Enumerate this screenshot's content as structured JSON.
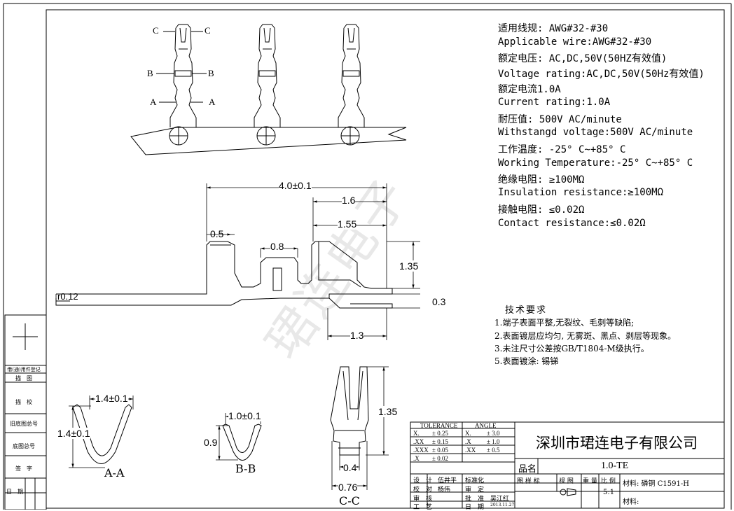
{
  "specs": [
    "适用线规: AWG#32-#30",
    "Applicable wire:AWG#32-#30",
    "额定电压: AC,DC,50V(50HZ有效值)",
    "Voltage rating:AC,DC,50V(50Hz有效值)",
    "额定电流1.0A",
    "Current rating:1.0A",
    "耐压值: 500V AC/minute",
    "Withstangd voltage:500V AC/minute",
    "工作温度: -25° C~+85° C",
    "Working Temperature:-25° C~+85° C",
    "绝缘电阻: ≥100MΩ",
    "Insulation resistance:≥100MΩ",
    "接触电阻: ≤0.02Ω",
    "Contact resistance:≤0.02Ω"
  ],
  "requirements": {
    "title": "技术要求",
    "items": [
      "1.端子表面平整,无裂纹、毛刺等缺陷;",
      "2.表面镀层应均匀, 无雾斑、黑点、剥层等现象。",
      "3.未注尺寸公差按GB/T1804-M级执行。",
      "5.表面镀涂: 锡锑"
    ]
  },
  "watermark": "珺连电子",
  "top_labels": {
    "c": "C",
    "b": "B",
    "a": "A"
  },
  "dims": {
    "len": "4.0±0.1",
    "d16": "1.6",
    "d155": "1.55",
    "d05": "0.5",
    "d08": "0.8",
    "d135": "1.35",
    "r012": "r0.12",
    "d03": "0.3",
    "d13": "1.3",
    "aa_w": "1.4±0.1",
    "aa_h": "1.4±0.1",
    "bb_w": "1.0±0.1",
    "bb_h": "0.9",
    "cc_h": "1.35",
    "cc_w": "0.4",
    "cc_w2": "0.76"
  },
  "sections": {
    "aa": "A-A",
    "bb": "B-B",
    "cc": "C-C"
  },
  "side_labels": [
    "借(通)用件登记",
    "描　图",
    "描　校",
    "旧底图总号",
    "底图总号",
    "签　字",
    "日　期"
  ],
  "tolerance": {
    "head_tol": "TOLERANCE",
    "head_ang": "ANGLE",
    "rows": [
      {
        "k": "X.",
        "v": "± 0.25",
        "ak": "X.",
        "av": "± 3.0"
      },
      {
        "k": ".XX",
        "v": "± 0.15",
        "ak": ".X",
        "av": "± 1.0"
      },
      {
        "k": ".XXX",
        "v": "± 0.05",
        "ak": ".XX",
        "av": "± 0.5"
      },
      {
        "k": ".X",
        "v": "± 0.02",
        "ak": "",
        "av": ""
      }
    ]
  },
  "company": "深圳市珺连电子有限公司",
  "product": {
    "label": "品名",
    "value": "1.0-TE"
  },
  "title_block": {
    "sheet_labels": [
      "图 样 标",
      "视 图",
      "重 量",
      "比 例"
    ],
    "scale": "5:1",
    "material1": "材料: 磷铜 C1591-H",
    "material2": "材料:",
    "signoff": [
      {
        "role": "设　计",
        "name": "伍井平",
        "role2": "标准化",
        "name2": ""
      },
      {
        "role": "校　对",
        "name": "杨伟",
        "role2": "审　定",
        "name2": ""
      },
      {
        "role": "审　核",
        "name": "",
        "role2": "批　准",
        "name2": "吴江红"
      },
      {
        "role": "工　艺",
        "name": "",
        "role2": "日　期",
        "name2": "2013.11.27"
      }
    ]
  }
}
